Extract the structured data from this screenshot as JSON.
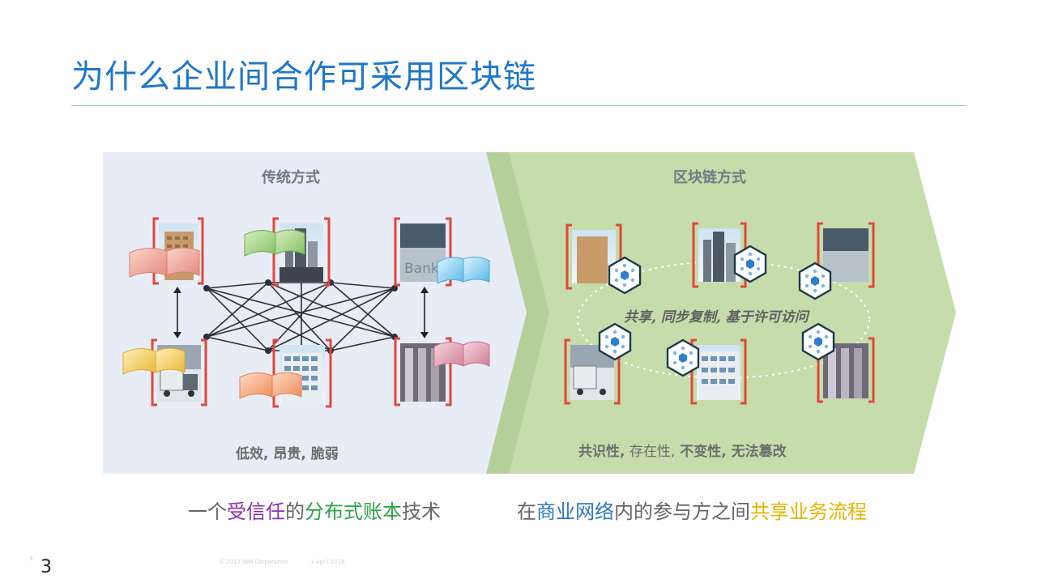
{
  "title": "为什么企业间合作可采用区块链",
  "traditional": {
    "title": "传统方式",
    "footer": "低效, 昂贵, 脆弱"
  },
  "blockchain": {
    "title": "区块链方式",
    "oval_label": "共享, 同步复制, 基于许可访问",
    "footer_1": "共识性,",
    "footer_2": " 存在性,",
    "footer_3": " 不变性, 无法篡改"
  },
  "bottom_left": {
    "p1": "一个",
    "p2": "受信任",
    "p3": "的",
    "p4": "分布式账本",
    "p5": "技术"
  },
  "bottom_right": {
    "p1": "在",
    "p2": "商业网络",
    "p3": "内的参与方之间",
    "p4": "共享业务流程"
  },
  "bank_sign": "Bank",
  "page_number": "3",
  "page_number_small": "3",
  "footer_copyright": "© 2017 IBM Corporation",
  "footer_date": "1 April 2018",
  "colors": {
    "title": "#1f77c9",
    "traditional_panel": "#e8ecf7",
    "blockchain_panel": "#c6dcab",
    "bracket": "#e0473a",
    "ledger_pink": "#f2aaa0",
    "ledger_green": "#a9d38a",
    "ledger_blue": "#8fd0f0",
    "ledger_yellow": "#f5d06a",
    "ledger_orange": "#f6b08a",
    "ledger_rose": "#e9a8b8"
  },
  "icons": [
    "building-icon",
    "ledger-book-icon",
    "blockchain-node-icon",
    "bidirectional-arrow-icon"
  ]
}
